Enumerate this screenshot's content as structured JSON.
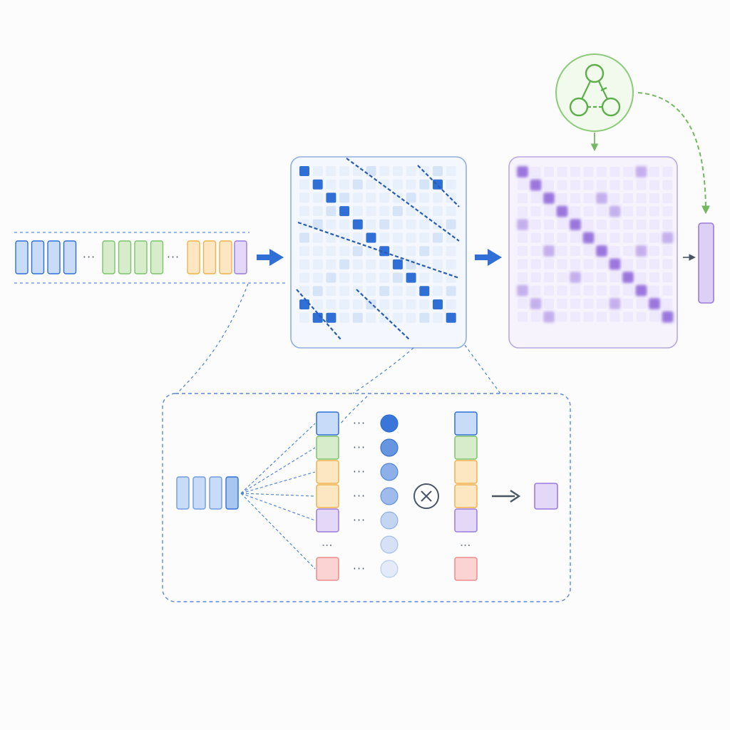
{
  "colors": {
    "blue": "#2f6fd6",
    "blue_light": "#c9dcf7",
    "green": "#7cc36a",
    "green_light": "#d6ecca",
    "orange": "#f0b24d",
    "orange_light": "#fde6c2",
    "purple": "#9b7bdc",
    "purple_light": "#e3d8f8",
    "red": "#ec8c8c",
    "red_light": "#fbd3d3",
    "gray": "#4a5563"
  },
  "icons": {
    "graph": "graph-network-icon",
    "multiply": "multiply-icon",
    "arrow": "arrow-right-icon"
  },
  "glyphs": {
    "ellipsis": "···",
    "vertical_ellipsis": "⋮",
    "multiply": "⊗"
  },
  "input_sequence": {
    "groups": [
      {
        "color": "blue",
        "count": 4
      },
      {
        "color": "green",
        "count": 4
      },
      {
        "color": "orange",
        "count": 3
      },
      {
        "color": "purple",
        "count": 1
      }
    ]
  },
  "weights": {
    "levels": [
      1.0,
      0.75,
      0.55,
      0.45,
      0.25,
      0.15,
      0.08
    ]
  },
  "detail_keys": [
    "blue",
    "green",
    "orange",
    "orange",
    "purple",
    "red"
  ]
}
